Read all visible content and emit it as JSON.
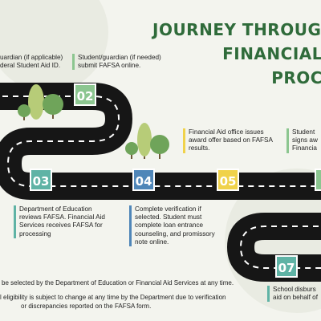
{
  "title": {
    "line1": "JOURNEY THROUGH",
    "line2": "FINANCIAL",
    "line3": "PROC"
  },
  "colors": {
    "title_green": "#2f6b3a",
    "step_green": "#8cc690",
    "step_teal": "#5fb3a5",
    "step_blue": "#4f86b8",
    "step_yellow": "#f0d24a",
    "road": "#161616",
    "road_dash": "#ffffff",
    "tree_green": "#6fa45a",
    "tree_light": "#b7cc78"
  },
  "steps": [
    {
      "number": "02",
      "text": [
        "Student/guardian (if needed)",
        "submit FAFSA online."
      ]
    },
    {
      "number": "03",
      "text": [
        "Department of Education",
        "reviews FAFSA. Financial Aid",
        "Services receives FAFSA for",
        "processing"
      ]
    },
    {
      "number": "04",
      "text": [
        "Complete verification if",
        "selected.  Student must",
        "complete loan entrance",
        "counseling, and promissory",
        "note online."
      ]
    },
    {
      "number": "05",
      "text": [
        "Financial Aid office issues",
        "award offer based on FAFSA",
        "results."
      ]
    },
    {
      "number": "07",
      "text": [
        "School disburs",
        "aid on behalf of"
      ]
    }
  ],
  "step01_partial": {
    "text": [
      "uardian (if applicable)",
      "deral Student Aid ID."
    ]
  },
  "step06_partial": {
    "text": [
      "Student",
      "signs aw",
      "Financia"
    ]
  },
  "footnotes": {
    "line1": "be selected by the Department of Education or Financial Aid Services at any time.",
    "line2": "l eligibility is subject to change at any time by the Department due to verification",
    "line3": "or discrepancies reported on the FAFSA form."
  }
}
